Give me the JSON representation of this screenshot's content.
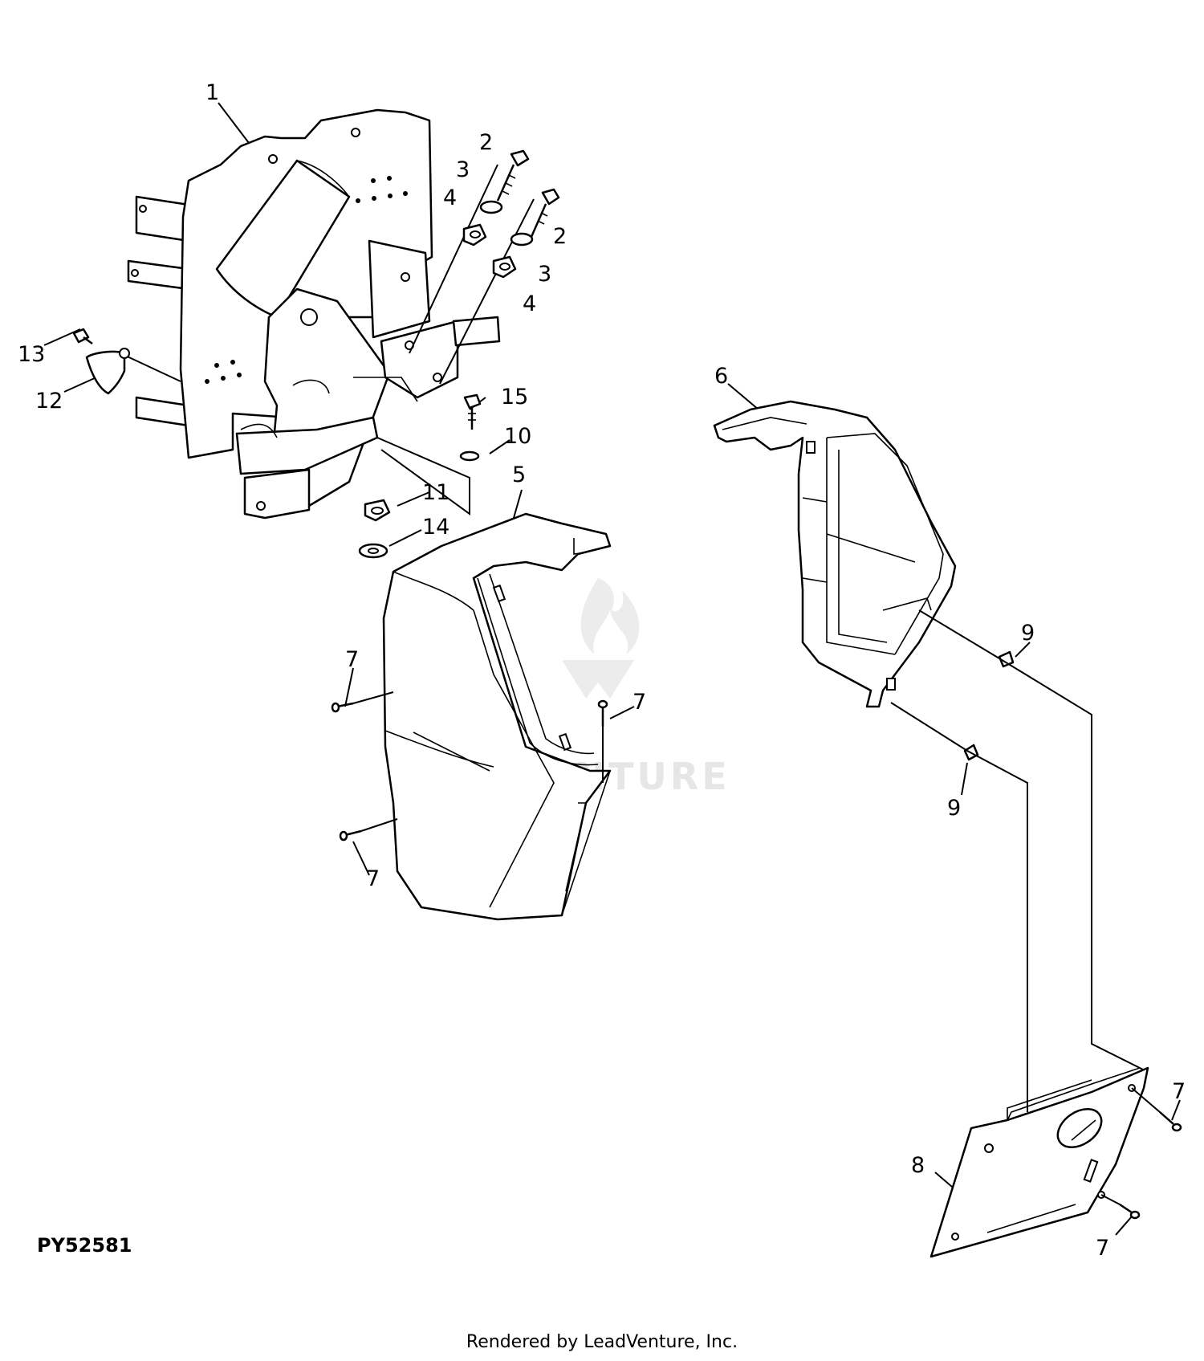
{
  "figure_id": "PY52581",
  "credit": "Rendered by LeadVenture, Inc.",
  "watermark": "LEADVENTURE",
  "callouts": [
    "1",
    "2",
    "3",
    "4",
    "2",
    "3",
    "4",
    "13",
    "12",
    "15",
    "10",
    "11",
    "14",
    "5",
    "6",
    "7",
    "7",
    "7",
    "9",
    "9",
    "8",
    "7",
    "7"
  ],
  "icons": {
    "watermark_logo": "flame-logo-icon"
  }
}
